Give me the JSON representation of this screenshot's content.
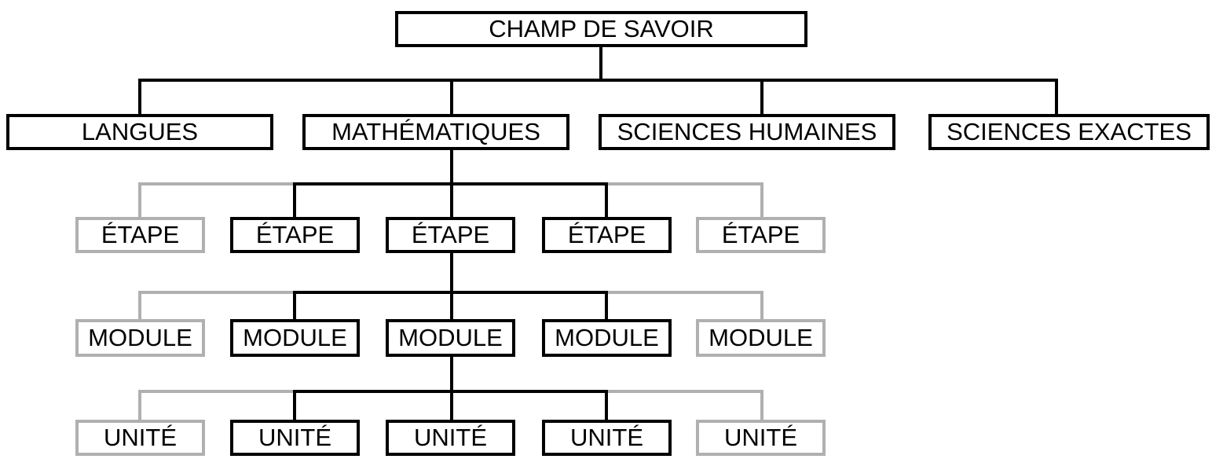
{
  "root": {
    "label": "CHAMP DE SAVOIR"
  },
  "fields": [
    {
      "label": "LANGUES"
    },
    {
      "label": "MATHÉMATIQUES"
    },
    {
      "label": "SCIENCES HUMAINES"
    },
    {
      "label": "SCIENCES EXACTES"
    }
  ],
  "etapes": [
    {
      "label": "ÉTAPE",
      "active": false
    },
    {
      "label": "ÉTAPE",
      "active": true
    },
    {
      "label": "ÉTAPE",
      "active": true
    },
    {
      "label": "ÉTAPE",
      "active": true
    },
    {
      "label": "ÉTAPE",
      "active": false
    }
  ],
  "modules": [
    {
      "label": "MODULE",
      "active": false
    },
    {
      "label": "MODULE",
      "active": true
    },
    {
      "label": "MODULE",
      "active": true
    },
    {
      "label": "MODULE",
      "active": true
    },
    {
      "label": "MODULE",
      "active": false
    }
  ],
  "unites": [
    {
      "label": "UNITÉ",
      "active": false
    },
    {
      "label": "UNITÉ",
      "active": true
    },
    {
      "label": "UNITÉ",
      "active": true
    },
    {
      "label": "UNITÉ",
      "active": true
    },
    {
      "label": "UNITÉ",
      "active": false
    }
  ],
  "colors": {
    "active": "#000000",
    "inactive": "#b0b0b0"
  }
}
